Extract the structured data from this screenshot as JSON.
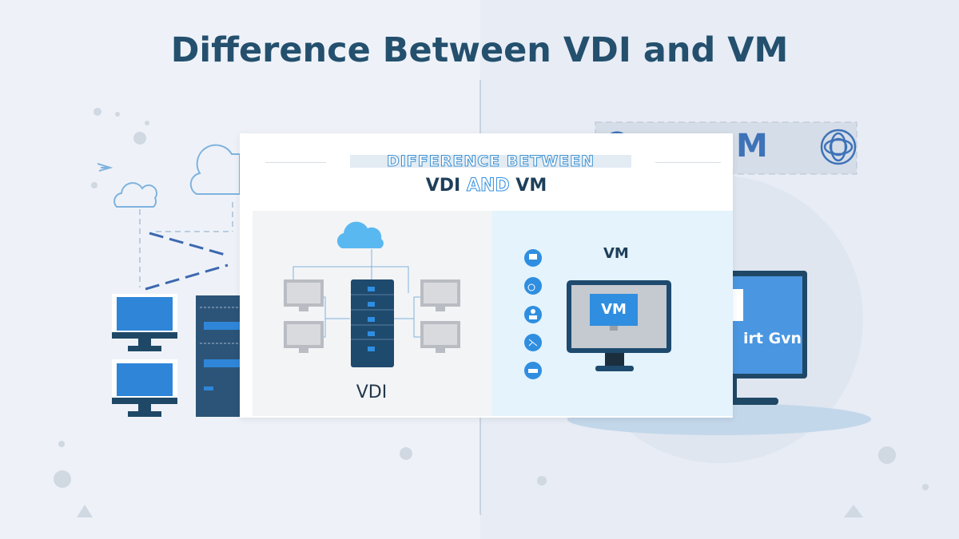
{
  "title": "Difference Between VDI and VM",
  "background": {
    "banner_text": "M",
    "monitor_text": "irt Gvn",
    "icons": [
      "cloud-icon",
      "arrow-icon",
      "desktop-monitor-icon",
      "server-rack-icon",
      "globe-icon"
    ]
  },
  "card": {
    "subtitle": "DIFFERENCE BETWEEN",
    "title_part1": "VDI",
    "title_and": "AND",
    "title_part2": "VM",
    "vdi": {
      "label": "VDI",
      "icons": [
        "cloud-icon",
        "server-icon",
        "thin-client-monitor-icon"
      ]
    },
    "vm": {
      "label": "VM",
      "screen_label": "VM",
      "icons": [
        "desktop-icon",
        "network-icon",
        "user-icon",
        "tools-icon",
        "storage-icon"
      ]
    }
  },
  "colors": {
    "title": "#24506e",
    "accent_blue": "#2f8ee0",
    "dark_navy": "#1e3f5a",
    "cloud": "#5ab8f0"
  }
}
